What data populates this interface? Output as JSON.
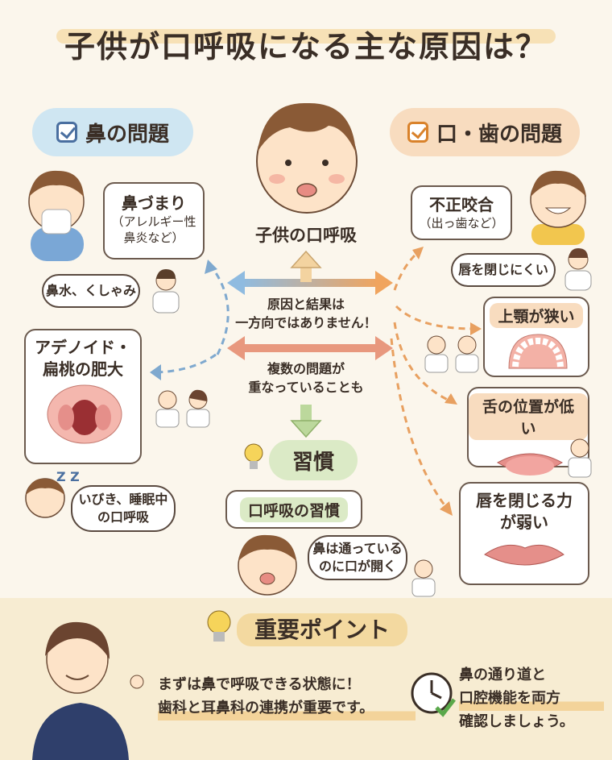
{
  "title": "子供が口呼吸になる主な原因は？",
  "center": {
    "label": "子供の口呼吸",
    "note_top": [
      "原因と結果は",
      "一方向ではありません！"
    ],
    "note_bottom": [
      "複数の問題が",
      "重なっていることも"
    ]
  },
  "nose": {
    "header": "鼻の問題",
    "congestion": {
      "title": "鼻づまり",
      "sub": [
        "（アレルギー性",
        "鼻炎など）"
      ]
    },
    "bubble_sneeze": "鼻水、くしゃみ",
    "adenoid": {
      "title": [
        "アデノイド・",
        "扁桃の肥大"
      ]
    },
    "bubble_snore": [
      "いびき、睡眠中",
      "の口呼吸"
    ],
    "zzz": "Z Z"
  },
  "mouth": {
    "header": "口・歯の問題",
    "malocclusion": {
      "title": "不正咬合",
      "sub": "（出っ歯など）"
    },
    "bubble_lips": "唇を閉じにくい",
    "narrow_jaw": "上顎が狭い",
    "low_tongue": "舌の位置が低い",
    "weak_lips": [
      "唇を閉じる力",
      "が弱い"
    ]
  },
  "habit": {
    "header": "習慣",
    "card_title": "口呼吸の習慣",
    "bubble": [
      "鼻は通っている",
      "のに口が開く"
    ]
  },
  "important": {
    "header": "重要ポイント",
    "lines": [
      "まずは鼻で呼吸できる状態に！",
      "歯科と耳鼻科の連携が重要です。"
    ],
    "side_lines": [
      "鼻の通り道と",
      "口腔機能を両方",
      "確認しましょう。"
    ]
  },
  "colors": {
    "blue": "#cfe6f2",
    "orange": "#f8dcbf",
    "green": "#dbeac6",
    "arrow_orange": "#e8a060",
    "arrow_blue": "#7fa9cf",
    "bg": "#fbf6ec"
  }
}
